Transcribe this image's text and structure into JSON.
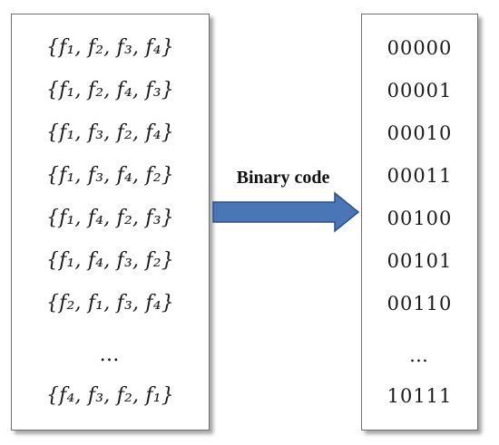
{
  "permutations": [
    "{f₁, f₂, f₃, f₄}",
    "{f₁, f₂, f₄, f₃}",
    "{f₁, f₃, f₂, f₄}",
    "{f₁, f₃, f₄, f₂}",
    "{f₁, f₄, f₂, f₃}",
    "{f₁, f₄, f₃, f₂}",
    "{f₂, f₁, f₃, f₄}",
    "…",
    "{f₄, f₃, f₂, f₁}"
  ],
  "codes": [
    "00000",
    "00001",
    "00010",
    "00011",
    "00100",
    "00101",
    "00110",
    "…",
    "10111"
  ],
  "arrow": {
    "label": "Binary code",
    "fill": "#4a76b8",
    "stroke": "#2c4f86",
    "icon": "right-arrow-icon"
  }
}
